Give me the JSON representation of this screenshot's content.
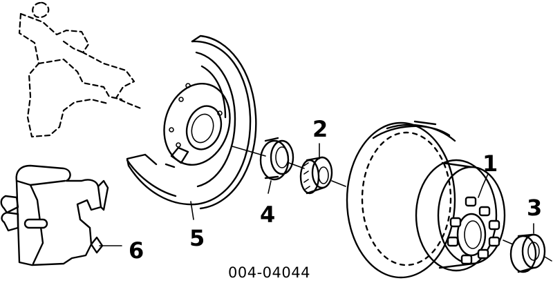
{
  "diagram": {
    "part_code": "004-04044",
    "callouts": {
      "hub_rotor": "1",
      "outer_bearing": "2",
      "seal_race": "3",
      "inner_race": "4",
      "dust_shield": "5",
      "caliper": "6"
    }
  }
}
